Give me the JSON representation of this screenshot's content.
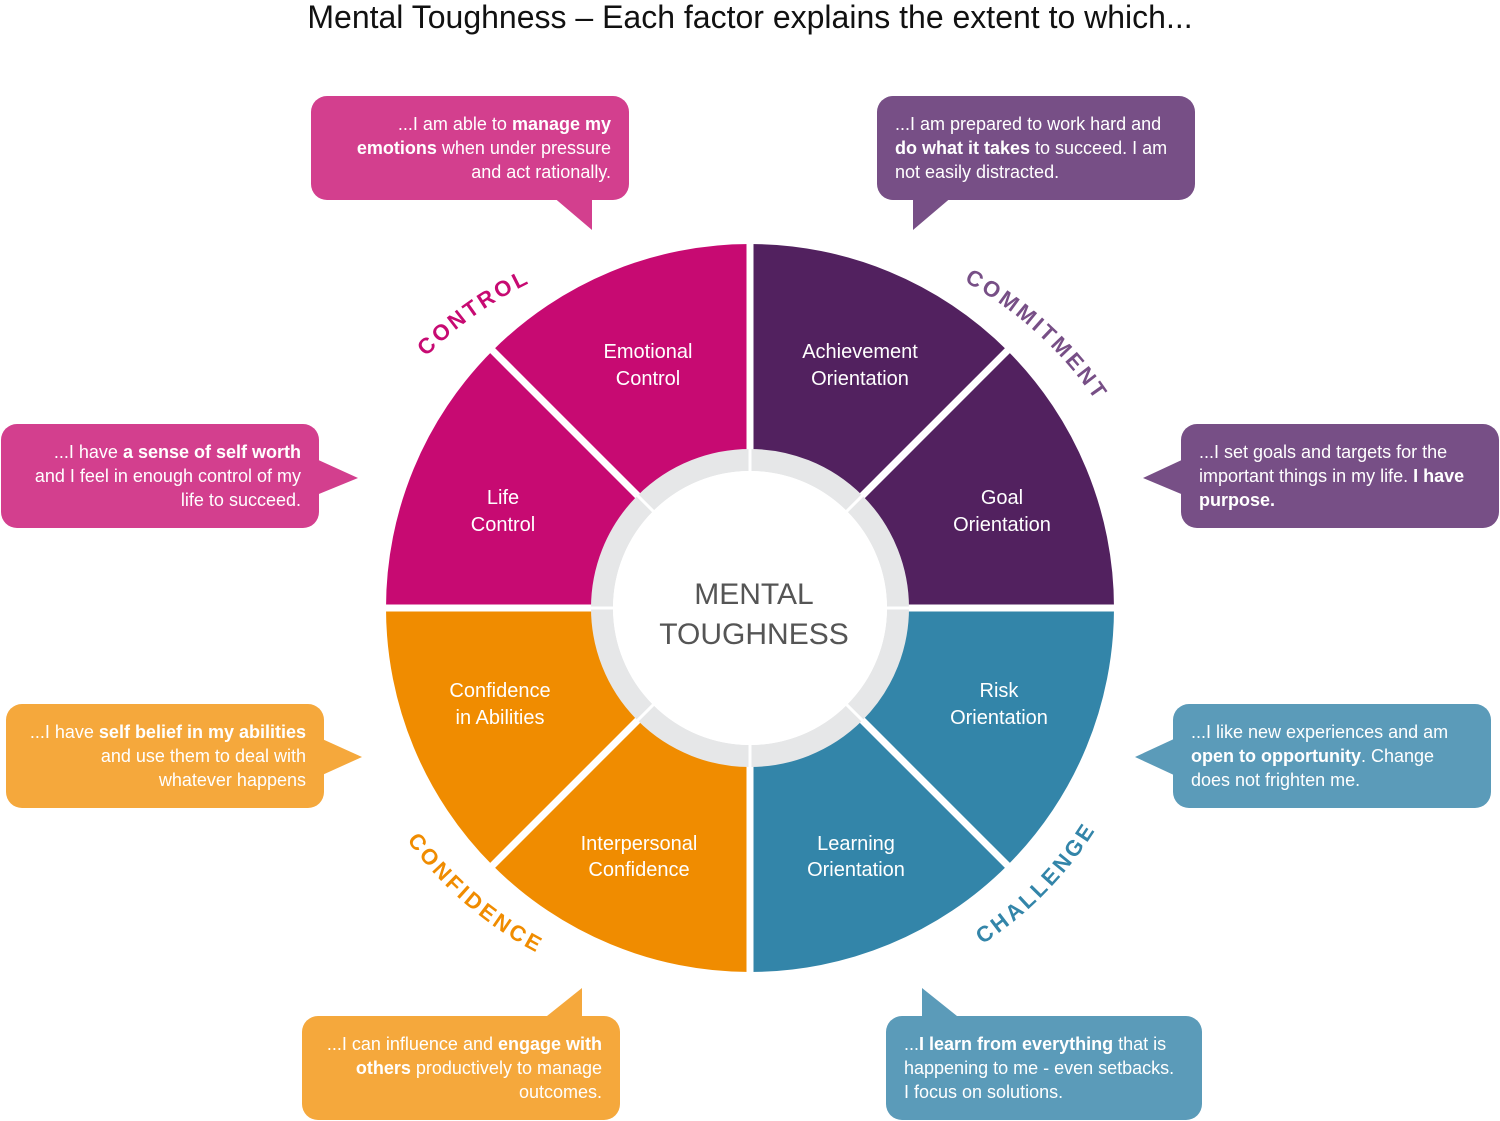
{
  "title": "Mental Toughness – Each factor explains the extent to which...",
  "center": {
    "line1": "MENTAL",
    "line2": "TOUGHNESS"
  },
  "colors": {
    "control": "#c70a72",
    "commitment": "#52215f",
    "challenge": "#3385a9",
    "confidence": "#f08c00",
    "control_bubble": "#d33f8e",
    "commitment_bubble": "#774f86",
    "challenge_bubble": "#5b9bb9",
    "confidence_bubble": "#f5a83c",
    "ring": "#e6e7e8",
    "center_text": "#555555"
  },
  "factors": {
    "control": "CONTROL",
    "commitment": "COMMITMENT",
    "challenge": "CHALLENGE",
    "confidence": "CONFIDENCE"
  },
  "segments": {
    "emotional_control": [
      "Emotional",
      "Control"
    ],
    "achievement_orientation": [
      "Achievement",
      "Orientation"
    ],
    "goal_orientation": [
      "Goal",
      "Orientation"
    ],
    "risk_orientation": [
      "Risk",
      "Orientation"
    ],
    "learning_orientation": [
      "Learning",
      "Orientation"
    ],
    "interpersonal_confidence": [
      "Interpersonal",
      "Confidence"
    ],
    "confidence_in_abilities": [
      "Confidence",
      "in Abilities"
    ],
    "life_control": [
      "Life",
      "Control"
    ]
  },
  "bubbles": {
    "emotional_control": {
      "pre": "...I am able to ",
      "bold": "manage my emotions",
      "post": " when under pressure and act rationally."
    },
    "achievement_orientation": {
      "pre": "...I am prepared to work hard and ",
      "bold": "do what it takes",
      "post": " to succeed. I am not easily distracted."
    },
    "goal_orientation": {
      "pre": "...I set goals and targets for the important things in my life. ",
      "bold": "I have purpose.",
      "post": ""
    },
    "risk_orientation": {
      "pre": "...I like new experiences and am ",
      "bold": "open to opportunity",
      "post": ". Change does not frighten me."
    },
    "learning_orientation": {
      "pre": "...",
      "bold": "I learn from everything",
      "post": " that is happening to me - even setbacks. I focus on solutions."
    },
    "interpersonal_confidence": {
      "pre": "...I can influence and ",
      "bold": "engage with others",
      "post": " productively to manage outcomes."
    },
    "confidence_in_abilities": {
      "pre": "...I have ",
      "bold": "self belief in my abilities",
      "post": " and use them to deal with whatever happens"
    },
    "life_control": {
      "pre": "...I have ",
      "bold": "a sense of self worth",
      "post": " and I feel in enough control of my life to succeed."
    }
  }
}
